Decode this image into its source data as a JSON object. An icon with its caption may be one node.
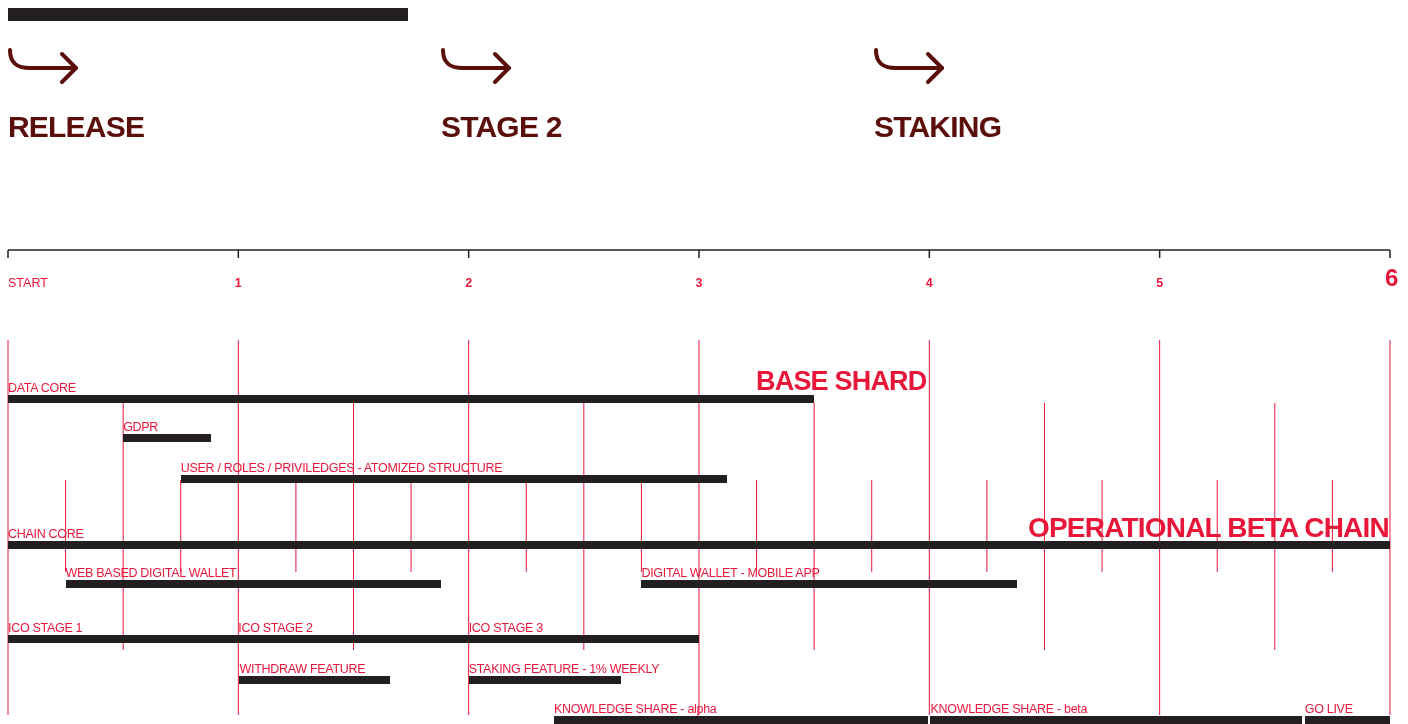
{
  "diagram": {
    "nodes": [
      {
        "text": [
          "DATA CORE"
        ]
      },
      {
        "text": [
          "GDPR"
        ]
      },
      {
        "text": [
          "USER / ROLES / PRIVILEDGES - ATOMIZED STRUCTURE"
        ]
      },
      {
        "text": [
          "CHAIN CORE"
        ]
      },
      {
        "text": [
          "WEB BASED DIGITAL WALLET"
        ]
      },
      {
        "text": [
          "DIGITAL WALLET - MOBILE APP"
        ]
      },
      {
        "text": [
          "ICO STAGE 1"
        ]
      },
      {
        "text": [
          "ICO STAGE 2"
        ]
      },
      {
        "text": [
          "ICO STAGE 3"
        ]
      },
      {
        "text": [
          "WITHDRAW FEATURE"
        ]
      },
      {
        "text": [
          "STAKING FEATURE - 1% WEEKLY"
        ]
      },
      {
        "text": [
          "KNOWLEDGE SHARE - alpha"
        ]
      },
      {
        "text": [
          "KNOWLEDGE SHARE - beta"
        ]
      },
      {
        "text": [
          "GO LIVE"
        ]
      }
    ],
    "labels": [
      "RELEASE",
      "STAGE 2",
      "STAKING",
      "START",
      "1",
      "2",
      "3",
      "4",
      "5",
      "6",
      "BASE SHARD",
      "OPERATIONAL BETA CHAIN"
    ]
  }
}
